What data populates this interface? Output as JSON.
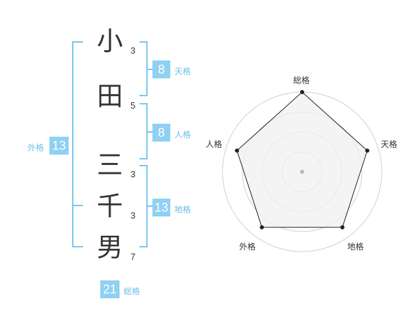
{
  "name": {
    "chars": [
      "小",
      "田",
      "三",
      "千",
      "男"
    ],
    "strokes": [
      "3",
      "5",
      "3",
      "3",
      "7"
    ]
  },
  "scores": {
    "tenkaku": {
      "value": "8",
      "label": "天格"
    },
    "jinkaku": {
      "value": "8",
      "label": "人格"
    },
    "chikaku": {
      "value": "13",
      "label": "地格"
    },
    "gaikaku": {
      "value": "13",
      "label": "外格"
    },
    "soukaku": {
      "value": "21",
      "label": "総格"
    }
  },
  "chart_data": {
    "type": "radar",
    "axes": [
      "総格",
      "天格",
      "地格",
      "外格",
      "人格"
    ],
    "values": [
      1.0,
      0.86,
      0.86,
      0.86,
      0.86
    ],
    "rings": 4,
    "colors": {
      "fill": "#f0f0f0",
      "stroke": "#222222",
      "grid": "#d0d0d0",
      "center": "#bbbbbb"
    }
  },
  "colors": {
    "bracket": "#7cc6ee",
    "box": "#8fd0f3",
    "label": "#6bbfea"
  }
}
